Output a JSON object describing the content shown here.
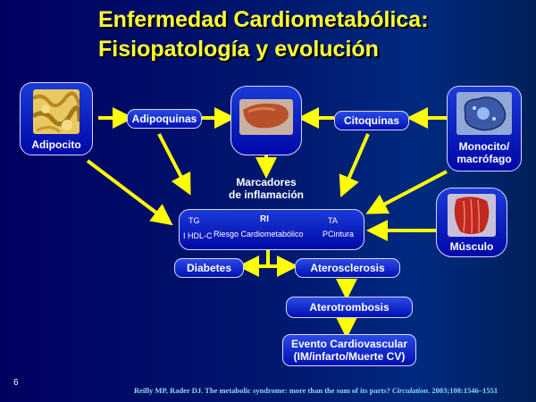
{
  "title": {
    "line1": "Enfermedad Cardiometabólica:",
    "line2": "Fisiopatología y evolución"
  },
  "nodes": {
    "adipocito": "Adipocito",
    "adipoquinas": "Adipoquinas",
    "citoquinas": "Citoquinas",
    "monocito_line1": "Monocito/",
    "monocito_line2": "macrófago",
    "marcadores_line1": "Marcadores",
    "marcadores_line2": "de inflamación",
    "musculo": "Músculo",
    "diabetes": "Diabetes",
    "aterosclerosis": "Aterosclerosis",
    "aterotrombosis": "Aterotrombosis",
    "evento_line1": "Evento Cardiovascular",
    "evento_line2": "(IM/infarto/Muerte CV)"
  },
  "risk_box": {
    "tg": "TG",
    "ri": "RI",
    "ta": "TA",
    "hdl": "I HDL-C",
    "center": "Riesgo Cardiometabólico",
    "cintura": "PCintura"
  },
  "slide_number": "6",
  "reference": {
    "authors": "Reilly MP, Rader DJ. The metabolic syndrome: more than the sum of its parts? ",
    "journal": "Circulation",
    "details": ". 2003;108:1546–1551"
  },
  "colors": {
    "arrow": "#ffff00",
    "title": "#ffff33",
    "reference": "#88ddee"
  },
  "icons": [
    "adipose-tissue-image",
    "liver-image",
    "macrophage-image",
    "muscle-image"
  ]
}
